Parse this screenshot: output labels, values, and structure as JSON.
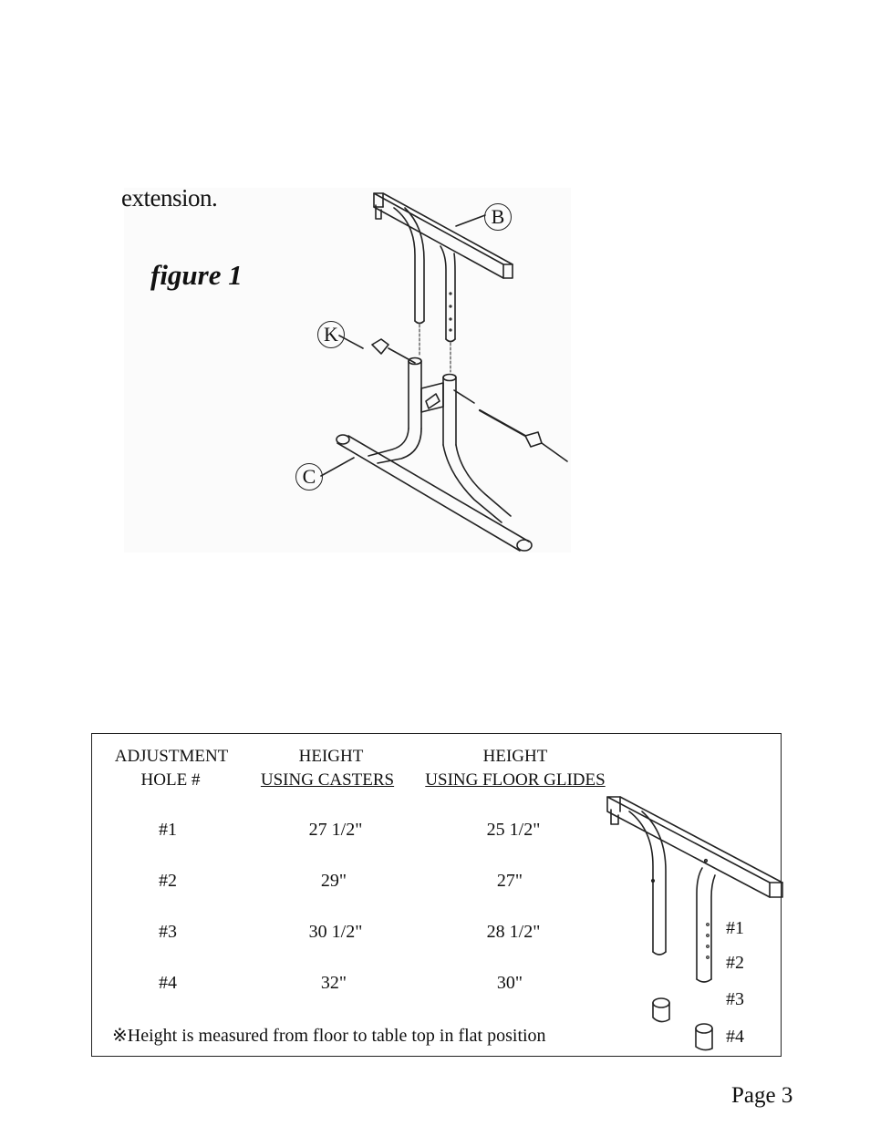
{
  "intro": {
    "text": "extension."
  },
  "figure": {
    "label": "figure 1",
    "callouts": {
      "b": "B",
      "k": "K",
      "c": "C"
    }
  },
  "table": {
    "headers": {
      "col1_line1": "ADJUSTMENT",
      "col1_line2": "HOLE #",
      "col2_line1": "HEIGHT",
      "col2_line2": "USING CASTERS",
      "col3_line1": "HEIGHT",
      "col3_line2": "USING FLOOR GLIDES"
    },
    "rows": [
      {
        "hole": "#1",
        "casters": "27 1/2\"",
        "glides": "25 1/2\""
      },
      {
        "hole": "#2",
        "casters": "29\"",
        "glides": "27\""
      },
      {
        "hole": "#3",
        "casters": "30 1/2\"",
        "glides": "28 1/2\""
      },
      {
        "hole": "#4",
        "casters": "32\"",
        "glides": "30\""
      }
    ],
    "note": "※Height is measured from floor to table top in flat position",
    "hole_labels": [
      "#1",
      "#2",
      "#3",
      "#4"
    ]
  },
  "footer": {
    "page": "Page 3"
  }
}
